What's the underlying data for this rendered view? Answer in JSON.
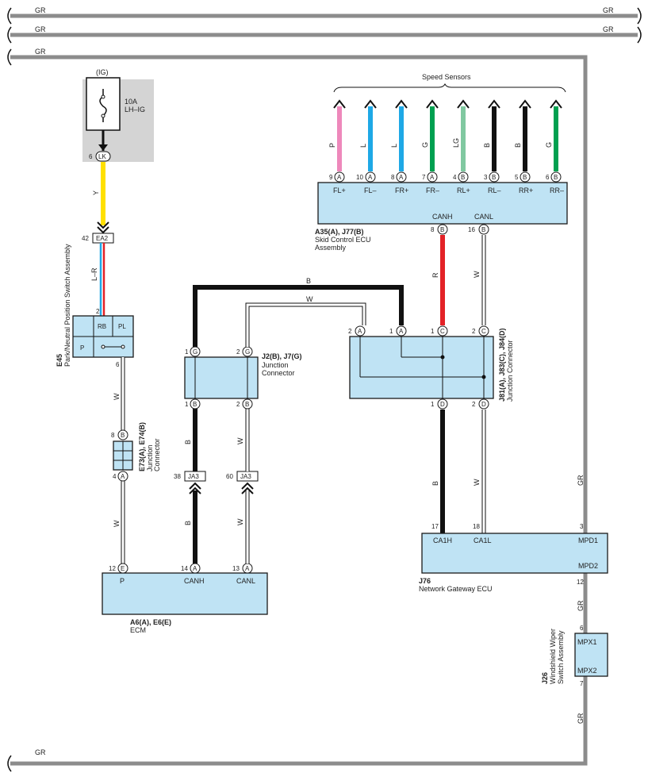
{
  "colors": {
    "gr": "#8c8c8c",
    "black": "#111111",
    "red": "#e32227",
    "yellow": "#ffe000",
    "pink": "#ee88bb",
    "blue": "#1ea8e6",
    "green": "#00a050",
    "light_green": "#80c8a0",
    "white_wire": "#ffffff",
    "box_fill": "#bfe3f4",
    "fuse_bg": "#d4d4d4"
  },
  "bus_labels": {
    "top1_l": "GR",
    "top1_r": "GR",
    "top2_l": "GR",
    "top2_r": "GR",
    "top3_l": "GR",
    "bottom_l": "GR"
  },
  "fuse": {
    "source": "(IG)",
    "rating": "10A",
    "name": "LH–IG",
    "pin": "6",
    "connector": "LK"
  },
  "park_switch": {
    "top_pin": "42",
    "top_connector": "EA2",
    "wire_top": "Y",
    "wire_mid": "L–R",
    "pin_in": "2",
    "pin_out": "6",
    "rb": "RB",
    "pl": "PL",
    "p": "P",
    "id": "E45",
    "name": "Park/Neutral Position Switch Assembly"
  },
  "e73": {
    "id": "E73(A), E74(B)",
    "name1": "Junction",
    "name2": "Connector",
    "pin_top": "8",
    "conn_top": "B",
    "pin_bot": "4",
    "conn_bot": "A",
    "wire_top": "W",
    "wire_bot": "W"
  },
  "ecm": {
    "id": "A6(A), E6(E)",
    "name": "ECM",
    "pins": [
      {
        "num": "12",
        "conn": "E",
        "label": "P"
      },
      {
        "num": "14",
        "conn": "A",
        "label": "CANH"
      },
      {
        "num": "13",
        "conn": "A",
        "label": "CANL"
      }
    ]
  },
  "j2": {
    "id": "J2(B), J7(G)",
    "name1": "Junction",
    "name2": "Connector",
    "top_pins": [
      {
        "num": "1",
        "conn": "G"
      },
      {
        "num": "2",
        "conn": "G"
      }
    ],
    "bot_pins": [
      {
        "num": "1",
        "conn": "B"
      },
      {
        "num": "2",
        "conn": "B"
      }
    ],
    "ja_left": {
      "num": "38",
      "conn": "JA3"
    },
    "ja_right": {
      "num": "60",
      "conn": "JA3"
    },
    "wire_b": "B",
    "wire_w": "W",
    "wire_b2": "B",
    "wire_w2": "W"
  },
  "j81": {
    "id": "J81(A), J83(C), J84(D)",
    "name": "Junction Connector",
    "top_pins": [
      {
        "num": "2",
        "conn": "A"
      },
      {
        "num": "1",
        "conn": "A"
      },
      {
        "num": "1",
        "conn": "C"
      },
      {
        "num": "2",
        "conn": "C"
      }
    ],
    "bot_pins": [
      {
        "num": "1",
        "conn": "D"
      },
      {
        "num": "2",
        "conn": "D"
      }
    ],
    "wire_b_top": "B",
    "wire_w_top": "W",
    "wire_b_bot": "B",
    "wire_w_bot": "W"
  },
  "skid": {
    "id": "A35(A), J77(B)",
    "name1": "Skid Control ECU",
    "name2": "Assembly",
    "header": "Speed Sensors",
    "sensors": [
      {
        "wire": "P",
        "num": "9",
        "conn": "A",
        "label": "FL+"
      },
      {
        "wire": "L",
        "num": "10",
        "conn": "A",
        "label": "FL–"
      },
      {
        "wire": "L",
        "num": "8",
        "conn": "A",
        "label": "FR+"
      },
      {
        "wire": "G",
        "num": "7",
        "conn": "A",
        "label": "FR–"
      },
      {
        "wire": "LG",
        "num": "4",
        "conn": "B",
        "label": "RL+"
      },
      {
        "wire": "B",
        "num": "3",
        "conn": "B",
        "label": "RL–"
      },
      {
        "wire": "B",
        "num": "5",
        "conn": "B",
        "label": "RR+"
      },
      {
        "wire": "G",
        "num": "6",
        "conn": "B",
        "label": "RR–"
      }
    ],
    "canh": "CANH",
    "canl": "CANL",
    "canh_pin": "8",
    "canh_conn": "B",
    "canl_pin": "16",
    "canl_conn": "B",
    "wire_r": "R",
    "wire_w": "W"
  },
  "gateway": {
    "id": "J76",
    "name": "Network Gateway ECU",
    "pin_ca1h": "17",
    "pin_ca1l": "18",
    "pin_mpd1": "3",
    "pin_mpd2": "12",
    "ca1h": "CA1H",
    "ca1l": "CA1L",
    "mpd1": "MPD1",
    "mpd2": "MPD2",
    "wire_gr1": "GR",
    "wire_gr2": "GR"
  },
  "wiper": {
    "id": "J26",
    "name1": "Windshield Wiper",
    "name2": "Switch Assembly",
    "pin_top": "6",
    "pin_bot": "7",
    "mpx1": "MPX1",
    "mpx2": "MPX2",
    "wire_gr": "GR"
  }
}
